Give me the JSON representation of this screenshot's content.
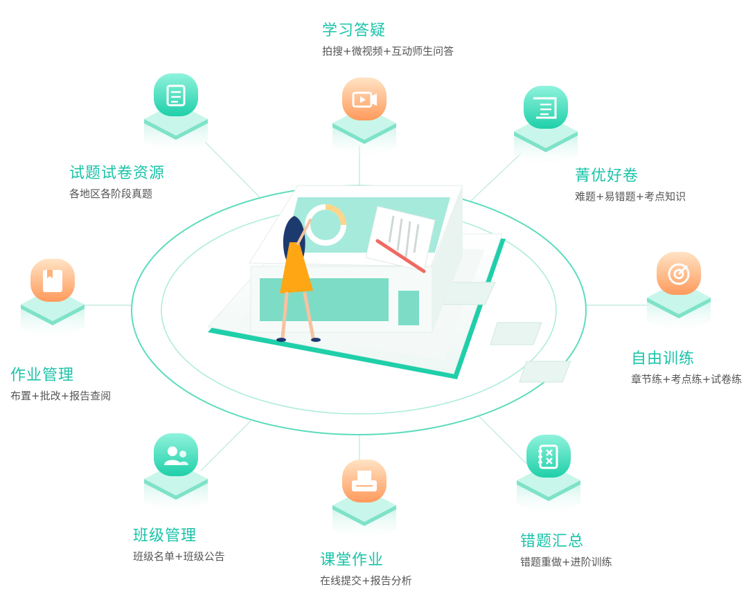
{
  "features": [
    {
      "id": "study-qa",
      "title": "学习答疑",
      "desc": "拍搜+微视频+互动师生问答",
      "icon": "video-icon",
      "theme": "orange"
    },
    {
      "id": "test-resources",
      "title": "试题试卷资源",
      "desc": "各地区各阶段真题",
      "icon": "document-icon",
      "theme": "teal"
    },
    {
      "id": "quality-papers",
      "title": "菁优好卷",
      "desc": "难题+易错题+考点知识",
      "icon": "scroll-icon",
      "theme": "teal"
    },
    {
      "id": "homework-management",
      "title": "作业管理",
      "desc": "布置+批改+报告查阅",
      "icon": "bookmark-book-icon",
      "theme": "orange"
    },
    {
      "id": "free-training",
      "title": "自由训练",
      "desc": "章节练+考点练+试卷练",
      "icon": "target-icon",
      "theme": "orange"
    },
    {
      "id": "class-management",
      "title": "班级管理",
      "desc": "班级名单+班级公告",
      "icon": "users-icon",
      "theme": "teal"
    },
    {
      "id": "classroom-homework",
      "title": "课堂作业",
      "desc": "在线提交+报告分析",
      "icon": "printer-icon",
      "theme": "orange"
    },
    {
      "id": "mistake-summary",
      "title": "错题汇总",
      "desc": "错题重做+进阶训练",
      "icon": "mistake-notebook-icon",
      "theme": "teal"
    }
  ],
  "colors": {
    "accent": "#19c3a8",
    "teal_light": "#7ff0d6",
    "teal_dark": "#1fcfa9",
    "orange_light": "#ffd9b0",
    "orange_dark": "#ff9a5c",
    "text_gray": "#555555"
  }
}
